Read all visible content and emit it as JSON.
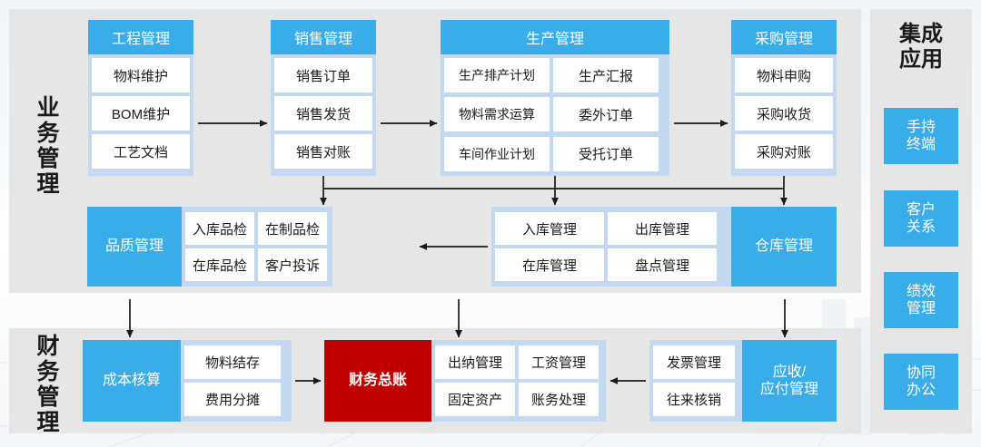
{
  "diagram": {
    "sections": {
      "business": {
        "label": "业务管理"
      },
      "finance": {
        "label": "财务管理"
      },
      "apps": {
        "title": "集成应用"
      }
    },
    "groups": {
      "engineering": {
        "header": "工程管理",
        "items": [
          "物料维护",
          "BOM维护",
          "工艺文档"
        ]
      },
      "sales": {
        "header": "销售管理",
        "items": [
          "销售订单",
          "销售发货",
          "销售对账"
        ]
      },
      "production": {
        "header": "生产管理",
        "items": [
          "生产排产计划",
          "生产汇报",
          "物料需求运算",
          "委外订单",
          "车间作业计划",
          "受托订单"
        ]
      },
      "purchasing": {
        "header": "采购管理",
        "items": [
          "物料申购",
          "采购收货",
          "采购对账"
        ]
      },
      "quality": {
        "header": "品质管理",
        "items": [
          "入库品检",
          "在制品检",
          "在库品检",
          "客户投诉"
        ]
      },
      "warehouse": {
        "header": "仓库管理",
        "items": [
          "入库管理",
          "出库管理",
          "在库管理",
          "盘点管理"
        ]
      },
      "cost": {
        "header": "成本核算",
        "items": [
          "物料结存",
          "费用分摊"
        ]
      },
      "ledger": {
        "header": "财务总账",
        "items": [
          "出纳管理",
          "工资管理",
          "固定资产",
          "账务处理"
        ]
      },
      "receivable": {
        "header": "应收/应付管理",
        "items": [
          "发票管理",
          "往来核销"
        ]
      }
    },
    "apps": [
      {
        "label": "手持终端"
      },
      {
        "label": "客户关系"
      },
      {
        "label": "绩效管理"
      },
      {
        "label": "协同办公"
      }
    ],
    "colors": {
      "accent_blue": "#38ade9",
      "card_blue": "#c3d9f1",
      "panel_gray": "#e6e6e6",
      "ledger_red": "#c00000",
      "cell_white": "#ffffff",
      "text_dark": "#1a1a1a"
    }
  }
}
